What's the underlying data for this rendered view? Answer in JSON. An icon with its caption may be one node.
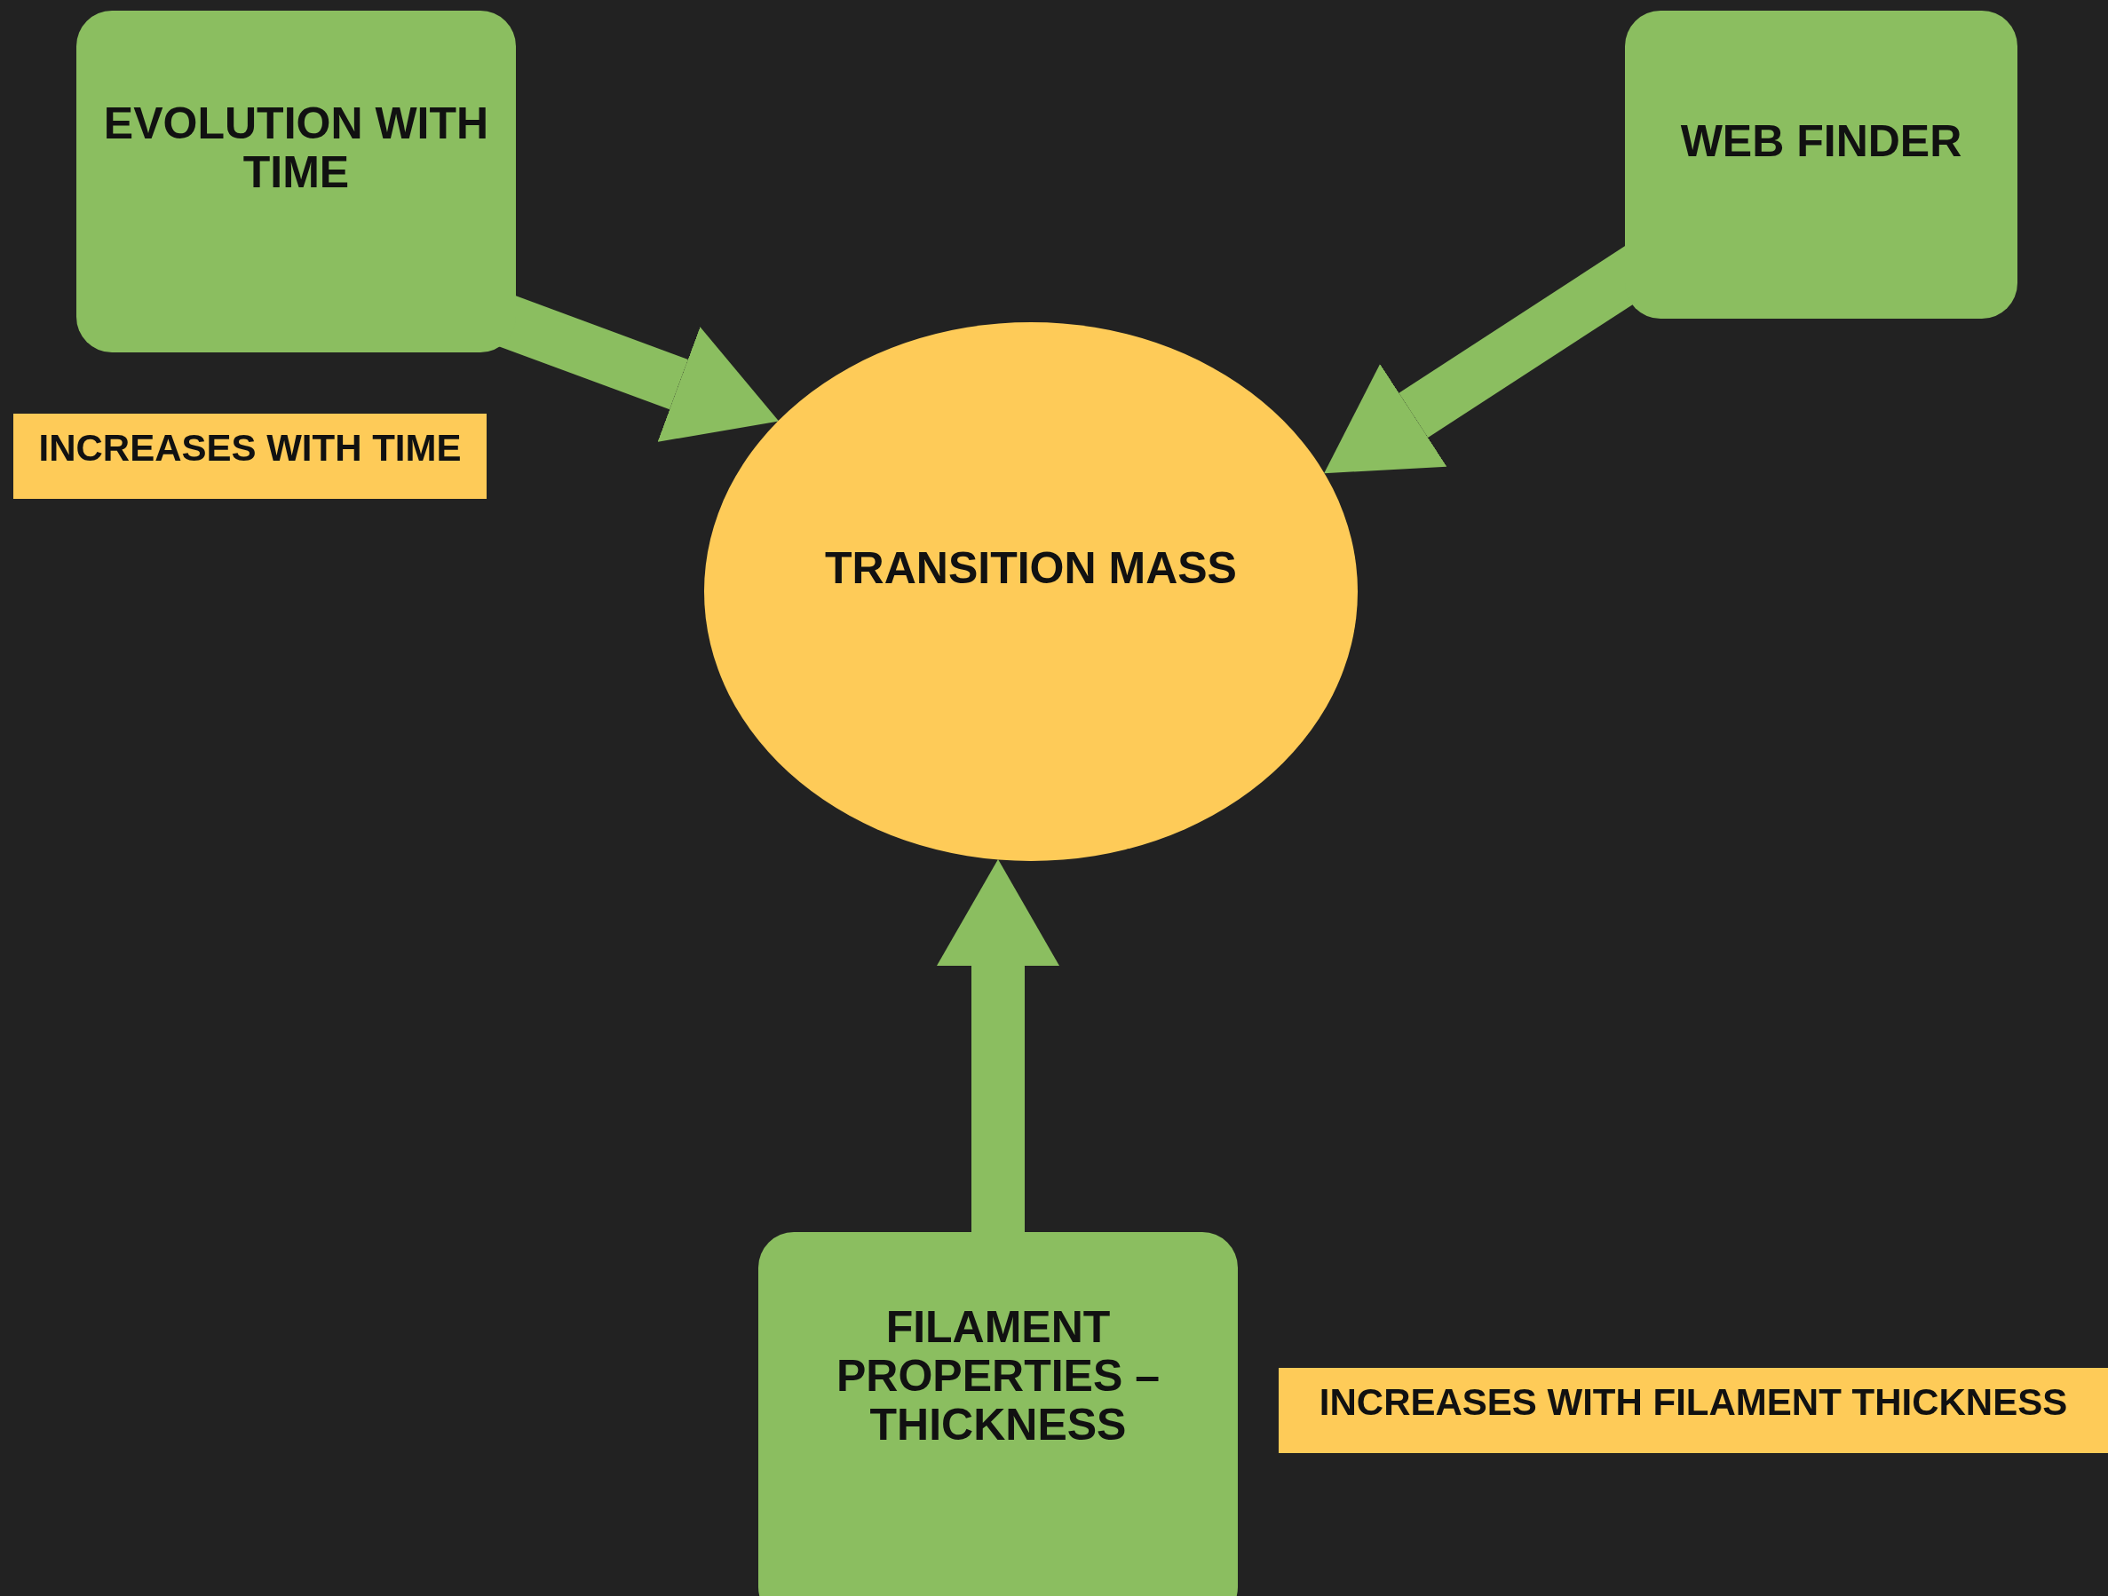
{
  "diagram": {
    "nodes": [
      {
        "text": [
          "EVOLUTION WITH TIME"
        ]
      },
      {
        "text": [
          "WEB FINDER"
        ]
      },
      {
        "text": [
          "TRANSITION MASS"
        ]
      },
      {
        "text": [
          "FILAMENT PROPERTIES – THICKNESS"
        ]
      },
      {
        "text": [
          "INCREASES WITH TIME"
        ]
      },
      {
        "text": [
          "INCREASES WITH FILAMENT THICKNESS"
        ]
      }
    ],
    "edges": [
      {
        "from": 0,
        "to": 2,
        "arrow": "to"
      },
      {
        "from": 1,
        "to": 2,
        "arrow": "to"
      },
      {
        "from": 3,
        "to": 2,
        "arrow": "to"
      }
    ]
  }
}
